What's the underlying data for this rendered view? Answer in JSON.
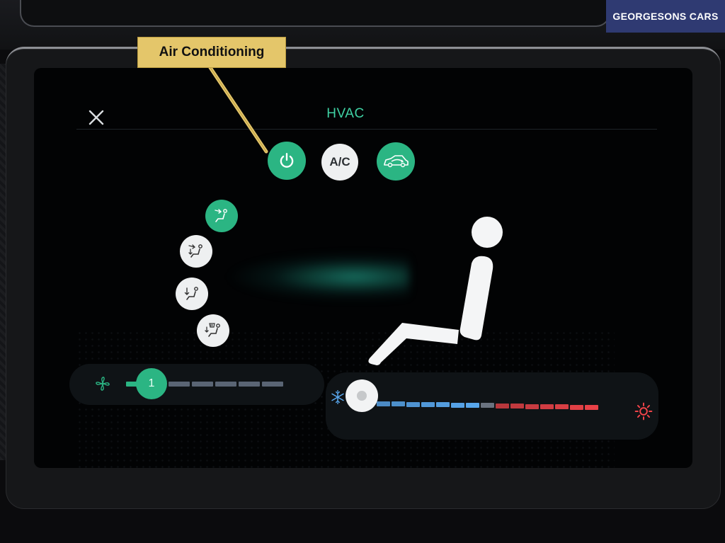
{
  "header": {
    "title": "HVAC"
  },
  "top_controls": [
    {
      "id": "power",
      "icon": "power-icon",
      "state": "on"
    },
    {
      "id": "ac",
      "label": "A/C",
      "state": "off"
    },
    {
      "id": "recirculation",
      "icon": "car-recirculation-icon",
      "state": "on"
    }
  ],
  "airflow_modes": [
    {
      "icon": "seat-airflow-face-icon",
      "state": "selected"
    },
    {
      "icon": "seat-airflow-face-feet-icon",
      "state": "unselected"
    },
    {
      "icon": "seat-airflow-feet-icon",
      "state": "unselected"
    },
    {
      "icon": "seat-airflow-feet-defrost-icon",
      "state": "unselected"
    }
  ],
  "fan_speed": {
    "icon": "fan-icon",
    "value": "1",
    "level": 1,
    "max_level": 6
  },
  "temperature": {
    "cold_icon": "snowflake-icon",
    "hot_icon": "sun-heat-icon",
    "level": 0,
    "cold_segments": 7,
    "hot_segments": 7
  },
  "annotation": {
    "label": "Air Conditioning"
  },
  "watermark": {
    "brand": "GEORGESONS CARS"
  },
  "colors": {
    "accent_green": "#2bb583",
    "title_teal": "#3fd1a4",
    "cold_blue": "#5aa9f0",
    "hot_red": "#f2444a",
    "callout_yellow": "#e4c66a",
    "brand_navy": "#2f3a72"
  }
}
